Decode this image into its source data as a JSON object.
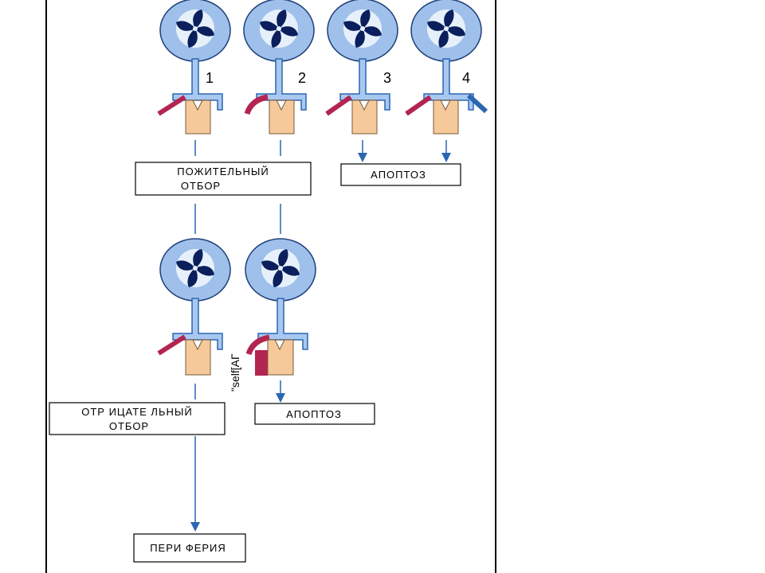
{
  "diagram": {
    "cell_numbers": [
      "1",
      "2",
      "3",
      "4"
    ],
    "boxes": {
      "positive_selection": [
        "ПОЖИТЕЛЬНЫЙ",
        "ОТБОР"
      ],
      "apoptosis_top": "АПОПТОЗ",
      "negative_selection": [
        "ОТР ИЦАТЕ ЛЬНЫЙ",
        "ОТБОР"
      ],
      "apoptosis_bottom": "АПОПТОЗ",
      "periphery": "ПЕРИ ФЕРИЯ"
    },
    "self_antigen_label": "\"self[AГ",
    "colors": {
      "cell_fill": "#9ec0ea",
      "cell_outline": "#1f3f7a",
      "nucleus": "#0b1f5c",
      "tcr": "#a8c8f0",
      "mhc": "#f5c99a",
      "peptide": "#b32550",
      "arrow": "#2b66b3"
    }
  }
}
